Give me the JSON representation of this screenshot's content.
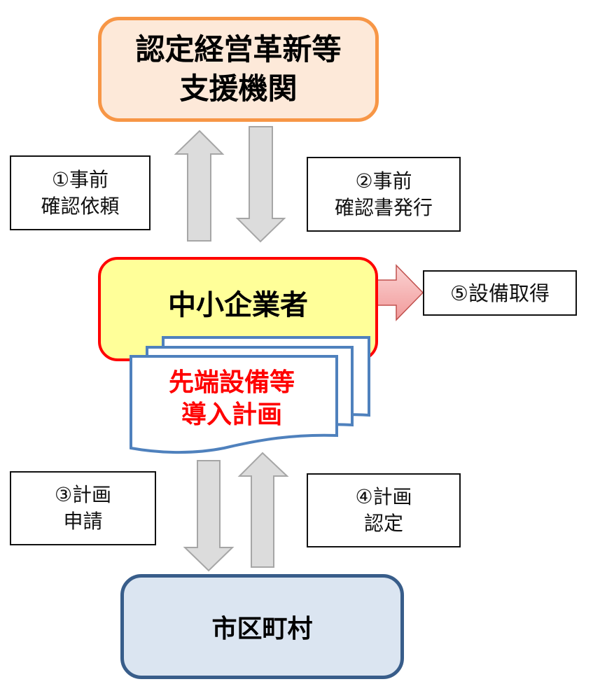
{
  "diagram": {
    "title": "先端設備等導入計画 認定フロー",
    "nodes": {
      "support_org": {
        "line1": "認定経営革新等",
        "line2": "支援機関",
        "fill": "#fde9d9",
        "border": "#f79646"
      },
      "sme": {
        "label": "中小企業者",
        "fill": "#ffff99",
        "border": "#ff0000"
      },
      "plan_document": {
        "line1": "先端設備等",
        "line2": "導入計画",
        "text_color": "#ff0000",
        "border": "#4f81bd"
      },
      "municipality": {
        "label": "市区町村",
        "fill": "#dbe5f1",
        "border": "#385d8a"
      }
    },
    "steps": [
      {
        "line1": "①事前",
        "line2": "確認依頼",
        "from": "中小企業者",
        "to": "認定経営革新等支援機関"
      },
      {
        "line1": "②事前",
        "line2": "確認書発行",
        "from": "認定経営革新等支援機関",
        "to": "中小企業者"
      },
      {
        "line1": "③計画",
        "line2": "申請",
        "from": "中小企業者",
        "to": "市区町村"
      },
      {
        "line1": "④計画",
        "line2": "認定",
        "from": "市区町村",
        "to": "中小企業者"
      },
      {
        "line1": "⑤設備取得",
        "from": "中小企業者",
        "to": ""
      }
    ],
    "colors": {
      "arrow_gray_fill": "#dcdcdc",
      "arrow_gray_stroke": "#a6a6a6",
      "arrow_pink_fill": "#f4a6a6",
      "arrow_pink_stroke": "#c0504d"
    }
  }
}
